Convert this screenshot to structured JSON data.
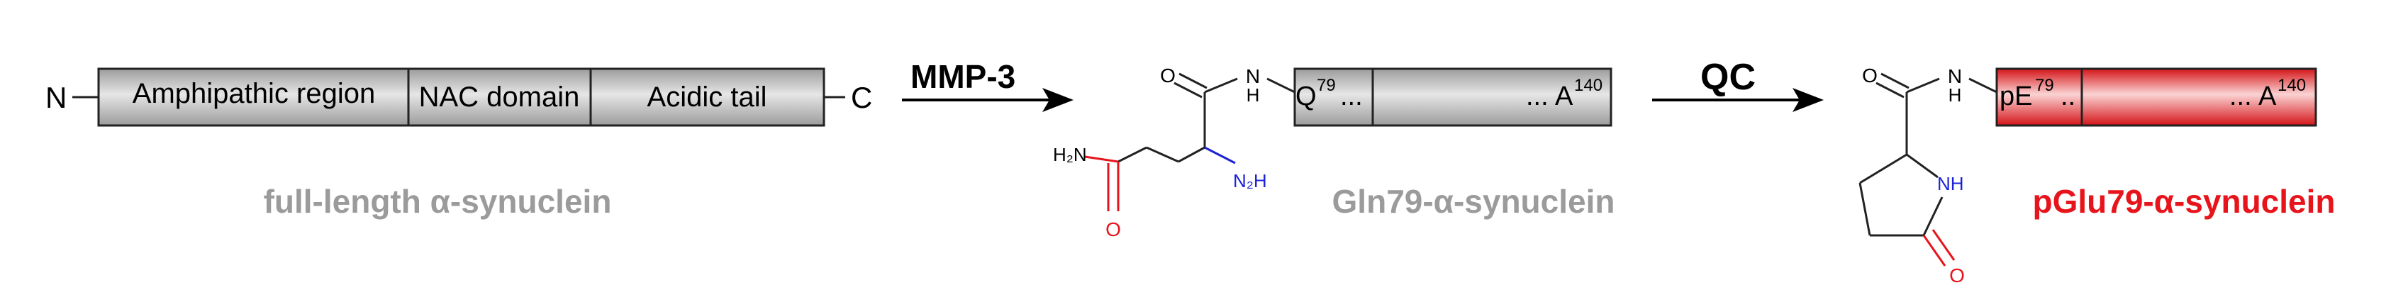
{
  "full_length": {
    "n_term": "N",
    "c_term": "C",
    "seg_amphipathic": "Amphipathic region",
    "seg_nac": "NAC domain",
    "seg_acidic": "Acidic tail",
    "caption": "full-length α-synuclein"
  },
  "step1": {
    "enzyme": "MMP-3"
  },
  "gln79": {
    "chem_O_top": "O",
    "chem_N": "N",
    "chem_H": "H",
    "chem_H2N": "H₂N",
    "chem_O_bottom": "O",
    "chem_NH2": "N₂H",
    "box_start_res": "Q",
    "box_start_num": "79",
    "box_start_dots": "...",
    "box_end_dots": "...",
    "box_end_res": "A",
    "box_end_num": "140",
    "caption": "Gln79-α-synuclein"
  },
  "step2": {
    "enzyme": "QC"
  },
  "pglu79": {
    "chem_O_top": "O",
    "chem_N": "N",
    "chem_H": "H",
    "chem_NH": "NH",
    "chem_O_bottom": "O",
    "box_start_res": "pE",
    "box_start_num": "79",
    "box_start_dots": "..",
    "box_end_dots": "...",
    "box_end_res": "A",
    "box_end_num": "140",
    "caption": "pGlu79-α-synuclein"
  },
  "colors": {
    "caption_gray": "#9b9b9b",
    "caption_red": "#e8141b",
    "heteroatom_red": "#e8141b",
    "nitrogen_blue": "#1b22d6",
    "box_border": "#222222"
  }
}
